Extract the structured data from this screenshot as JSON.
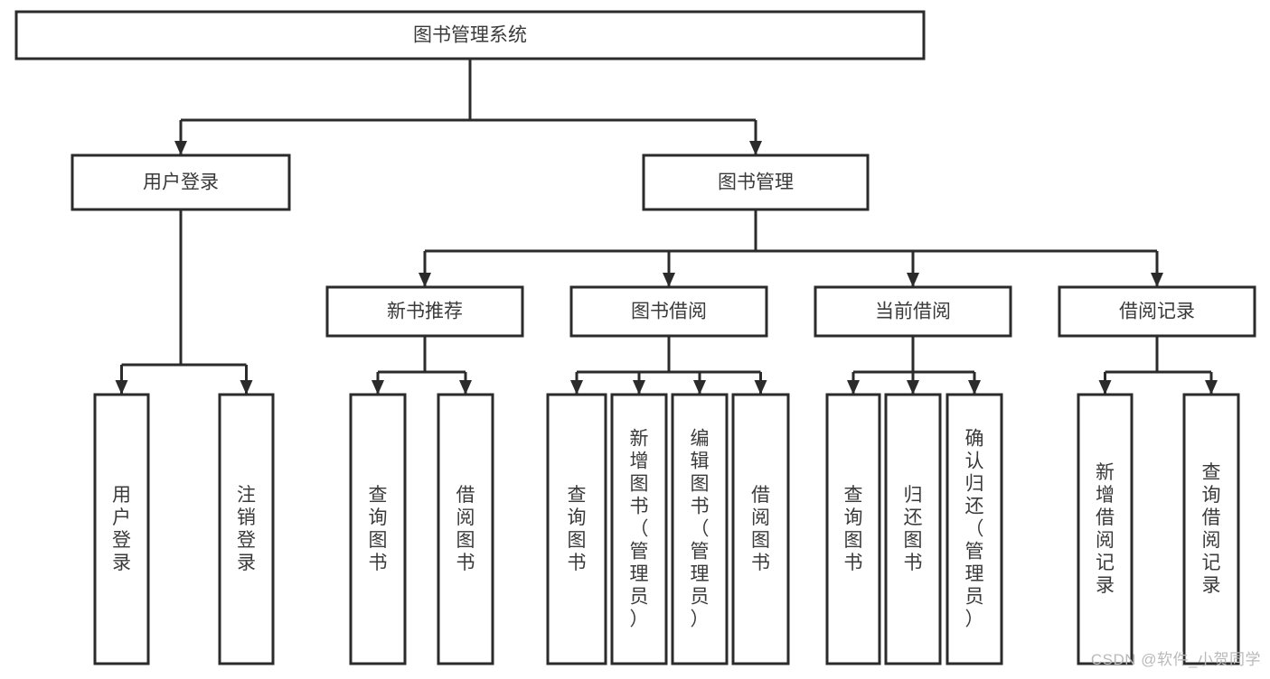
{
  "diagram": {
    "title": "图书管理系统",
    "type": "tree",
    "orientation": "top-down",
    "colors": {
      "box_stroke": "#2b2b2b",
      "box_fill": "#ffffff",
      "text": "#3a3a3a",
      "connector": "#2b2b2b",
      "watermark": "#b9b9b9",
      "background": "#ffffff"
    },
    "root": {
      "id": "root",
      "label": "图书管理系统",
      "orientation": "horizontal"
    },
    "level1": [
      {
        "id": "user-login",
        "label": "用户登录",
        "orientation": "horizontal"
      },
      {
        "id": "book-management",
        "label": "图书管理",
        "orientation": "horizontal"
      }
    ],
    "level2": [
      {
        "id": "new-book-recommend",
        "label": "新书推荐",
        "parent": "book-management",
        "orientation": "horizontal"
      },
      {
        "id": "book-borrow",
        "label": "图书借阅",
        "parent": "book-management",
        "orientation": "horizontal"
      },
      {
        "id": "current-borrow",
        "label": "当前借阅",
        "parent": "book-management",
        "orientation": "horizontal"
      },
      {
        "id": "borrow-record",
        "label": "借阅记录",
        "parent": "book-management",
        "orientation": "horizontal"
      }
    ],
    "leaves": [
      {
        "id": "leaf-user-login",
        "label": "用户登录",
        "parent": "user-login",
        "orientation": "vertical"
      },
      {
        "id": "leaf-user-logout",
        "label": "注销登录",
        "parent": "user-login",
        "orientation": "vertical"
      },
      {
        "id": "leaf-query-book-1",
        "label": "查询图书",
        "parent": "new-book-recommend",
        "orientation": "vertical"
      },
      {
        "id": "leaf-borrow-book-1",
        "label": "借阅图书",
        "parent": "new-book-recommend",
        "orientation": "vertical"
      },
      {
        "id": "leaf-query-book-2",
        "label": "查询图书",
        "parent": "book-borrow",
        "orientation": "vertical"
      },
      {
        "id": "leaf-add-book",
        "label": "新增图书（管理员）",
        "parent": "book-borrow",
        "orientation": "vertical"
      },
      {
        "id": "leaf-edit-book",
        "label": "编辑图书（管理员）",
        "parent": "book-borrow",
        "orientation": "vertical"
      },
      {
        "id": "leaf-borrow-book-2",
        "label": "借阅图书",
        "parent": "book-borrow",
        "orientation": "vertical"
      },
      {
        "id": "leaf-query-book-3",
        "label": "查询图书",
        "parent": "current-borrow",
        "orientation": "vertical"
      },
      {
        "id": "leaf-return-book",
        "label": "归还图书",
        "parent": "current-borrow",
        "orientation": "vertical"
      },
      {
        "id": "leaf-confirm-return",
        "label": "确认归还（管理员）",
        "parent": "current-borrow",
        "orientation": "vertical"
      },
      {
        "id": "leaf-add-record",
        "label": "新增借阅记录",
        "parent": "borrow-record",
        "orientation": "vertical"
      },
      {
        "id": "leaf-query-record",
        "label": "查询借阅记录",
        "parent": "borrow-record",
        "orientation": "vertical"
      }
    ]
  },
  "watermark": {
    "text": "CSDN @软件_小贺同学"
  }
}
